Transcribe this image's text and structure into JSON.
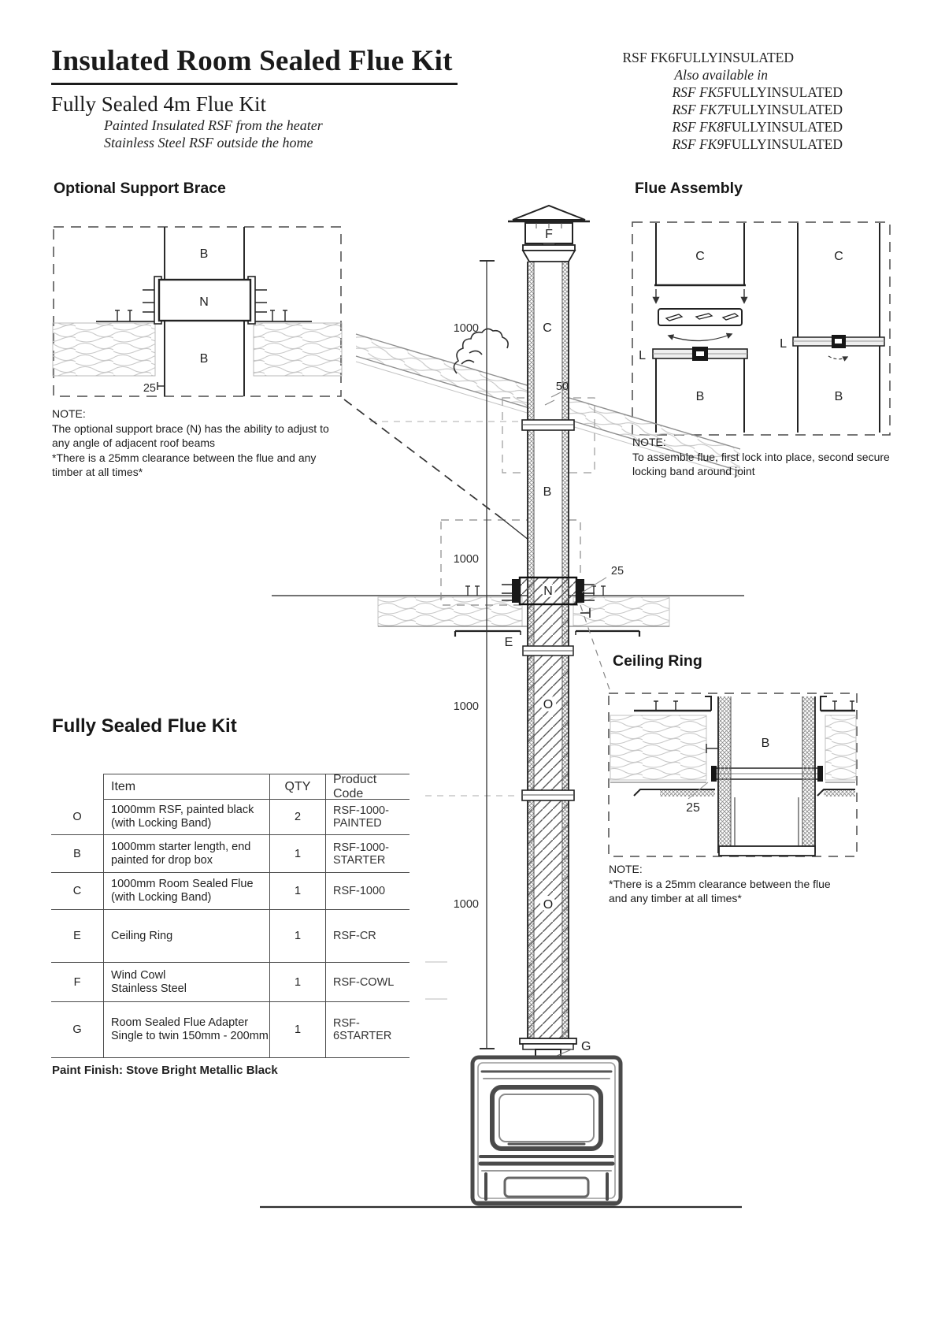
{
  "header": {
    "title": "Insulated Room Sealed Flue Kit",
    "subtitle": "Fully Sealed 4m Flue Kit",
    "tagline1": "Painted Insulated RSF from the heater",
    "tagline2": "Stainless Steel RSF outside the home",
    "product_code": "RSF FK6FULLYINSULATED",
    "also_available_label": "Also available in",
    "also_available": [
      {
        "pre": "RSF FK5",
        "suf": "FULLYINSULATED"
      },
      {
        "pre": "RSF FK7",
        "suf": "FULLYINSULATED"
      },
      {
        "pre": "RSF FK8",
        "suf": "FULLYINSULATED"
      },
      {
        "pre": "RSF FK9",
        "suf": "FULLYINSULATED"
      }
    ]
  },
  "sections": {
    "support_brace": {
      "heading": "Optional Support Brace",
      "note_title": "NOTE:",
      "note_lines": [
        "The optional support brace (N) has the ability to adjust to",
        "any angle of adjacent roof beams",
        "*There is a 25mm clearance between the flue and any",
        "timber at all times*"
      ],
      "labels": {
        "b": "B",
        "n": "N",
        "dim": "25"
      }
    },
    "flue_assembly": {
      "heading": "Flue Assembly",
      "note_title": "NOTE:",
      "note_lines": [
        "To assemble flue, first lock into place, second secure",
        "locking band around joint"
      ],
      "labels": {
        "c": "C",
        "b": "B",
        "l": "L"
      }
    },
    "ceiling_ring": {
      "heading": "Ceiling Ring",
      "note_title": "NOTE:",
      "note_lines": [
        "*There is a 25mm clearance between the flue",
        "and any timber at all times*"
      ],
      "labels": {
        "b": "B",
        "dim": "25"
      }
    },
    "main_diagram": {
      "labels": {
        "f": "F",
        "c": "C",
        "b": "B",
        "n": "N",
        "e": "E",
        "o": "O",
        "g": "G"
      },
      "dims": {
        "len": "1000",
        "roof_gap": "50",
        "clearance": "25"
      }
    }
  },
  "kit_table": {
    "heading": "Fully Sealed Flue Kit",
    "columns": [
      "Item",
      "QTY",
      "Product Code"
    ],
    "rows": [
      {
        "key": "O",
        "item_lines": [
          "1000mm RSF, painted black",
          "(with Locking Band)"
        ],
        "qty": "2",
        "code": "RSF-1000-PAINTED"
      },
      {
        "key": "B",
        "item_lines": [
          "1000mm starter length, end",
          "painted for drop box"
        ],
        "qty": "1",
        "code": "RSF-1000-STARTER"
      },
      {
        "key": "C",
        "item_lines": [
          "1000mm Room Sealed Flue",
          "(with Locking Band)"
        ],
        "qty": "1",
        "code": "RSF-1000"
      },
      {
        "key": "E",
        "item_lines": [
          "Ceiling Ring"
        ],
        "qty": "1",
        "code": "RSF-CR"
      },
      {
        "key": "F",
        "item_lines": [
          "Wind Cowl",
          "Stainless Steel"
        ],
        "qty": "1",
        "code": "RSF-COWL"
      },
      {
        "key": "G",
        "item_lines": [
          "Room Sealed Flue Adapter",
          "Single to twin 150mm - 200mm"
        ],
        "qty": "1",
        "code": "RSF-6STARTER"
      }
    ],
    "footer": "Paint Finish: Stove Bright Metallic Black"
  },
  "colors": {
    "ink": "#1a1a1a",
    "line": "#2b2b2b",
    "gray": "#9a9a9a",
    "grain": "#c9c9c9",
    "sketch": "#4a4a4a"
  }
}
